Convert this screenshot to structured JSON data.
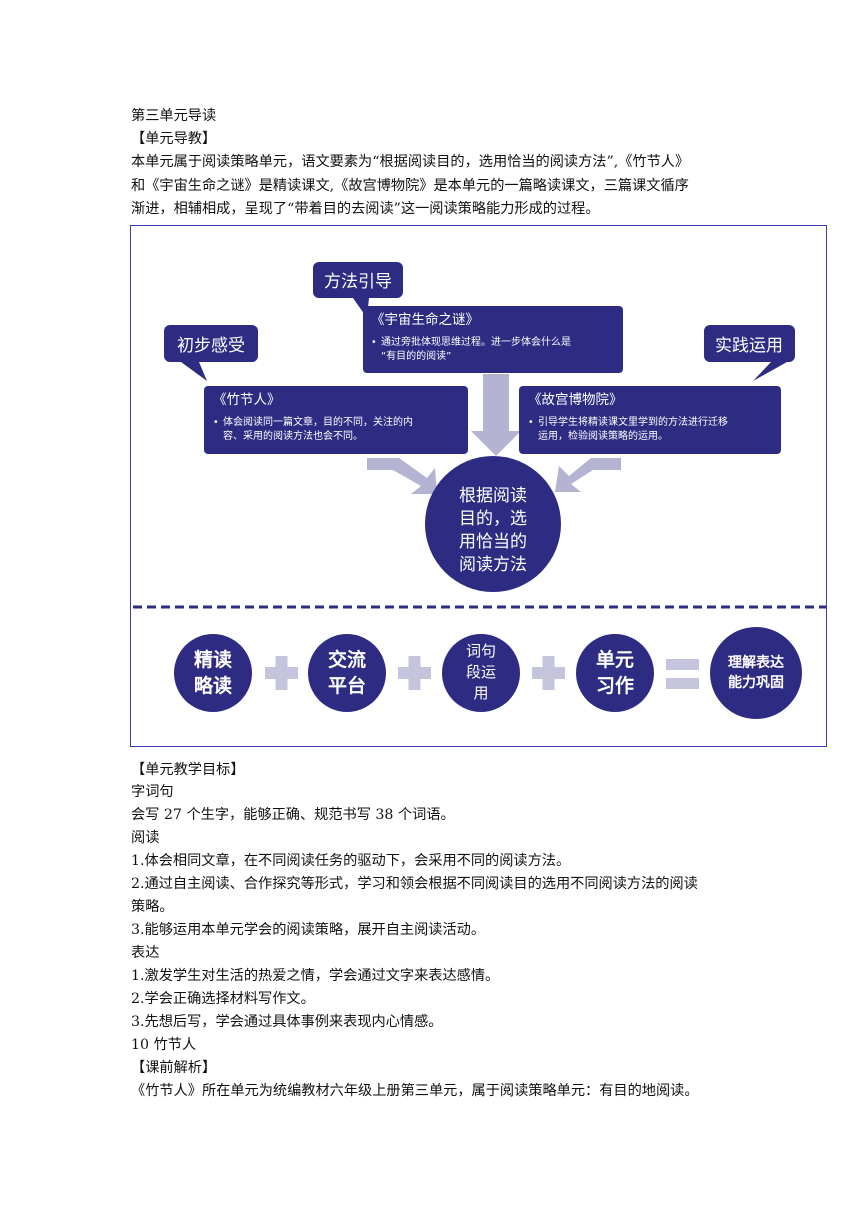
{
  "doc": {
    "lines": [
      "第三单元导读",
      "【单元导教】",
      "本单元属于阅读策略单元，语文要素为“根据阅读目的，选用恰当的阅读方法”,《竹节人》",
      "和《宇宙生命之谜》是精读课文,《故宫博物院》是本单元的一篇略读课文，三篇课文循序",
      "渐进，相辅相成，呈现了“带着目的去阅读”这一阅读策略能力形成的过程。"
    ],
    "lines2": [
      "【单元教学目标】",
      "字词句",
      "会写 27 个生字，能够正确、规范书写 38 个词语。",
      "阅读",
      "1.体会相同文章，在不同阅读任务的驱动下，会采用不同的阅读方法。",
      "2.通过自主阅读、合作探究等形式，学习和领会根据不同阅读目的选用不同阅读方法的阅读",
      "策略。",
      "3.能够运用本单元学会的阅读策略，展开自主阅读活动。",
      "表达",
      "1.激发学生对生活的热爱之情，学会通过文字来表达感情。",
      "2.学会正确选择材料写作文。",
      "3.先想后写，学会通过具体事例来表现内心情感。",
      "10 竹节人",
      "【课前解析】",
      "《竹节人》所在单元为统编教材六年级上册第三单元，属于阅读策略单元：有目的地阅读。"
    ]
  },
  "diagram": {
    "colors": {
      "box": "#2e2b83",
      "arrow": "#b4b4d2",
      "plus": "#c4c4dc",
      "dash": "#2e2b83"
    },
    "callouts": {
      "method": "方法引导",
      "initial": "初步感受",
      "practice": "实践运用"
    },
    "boxes": {
      "middle": {
        "title": "《宇宙生命之谜》",
        "lines": [
          "通过旁批体现思维过程。进一步体会什么是",
          "“有目的的阅读”"
        ]
      },
      "left": {
        "title": "《竹节人》",
        "lines": [
          "体会阅读同一篇文章，目的不同，关注的内",
          "容、采用的阅读方法也会不同。"
        ]
      },
      "right": {
        "title": "《故宫博物院》",
        "lines": [
          "引导学生将精读课文里学到的方法进行迁移",
          "运用，检验阅读策略的运用。"
        ]
      }
    },
    "center_circle": [
      "根据阅读",
      "目的，选",
      "用恰当的",
      "阅读方法"
    ],
    "bottom_row": {
      "c1": [
        "精读",
        "略读"
      ],
      "c2": [
        "交流",
        "平台"
      ],
      "c3": [
        "词句",
        "段运",
        "用"
      ],
      "c4": [
        "单元",
        "习作"
      ],
      "c5": [
        "理解表达",
        "能力巩固"
      ]
    }
  }
}
